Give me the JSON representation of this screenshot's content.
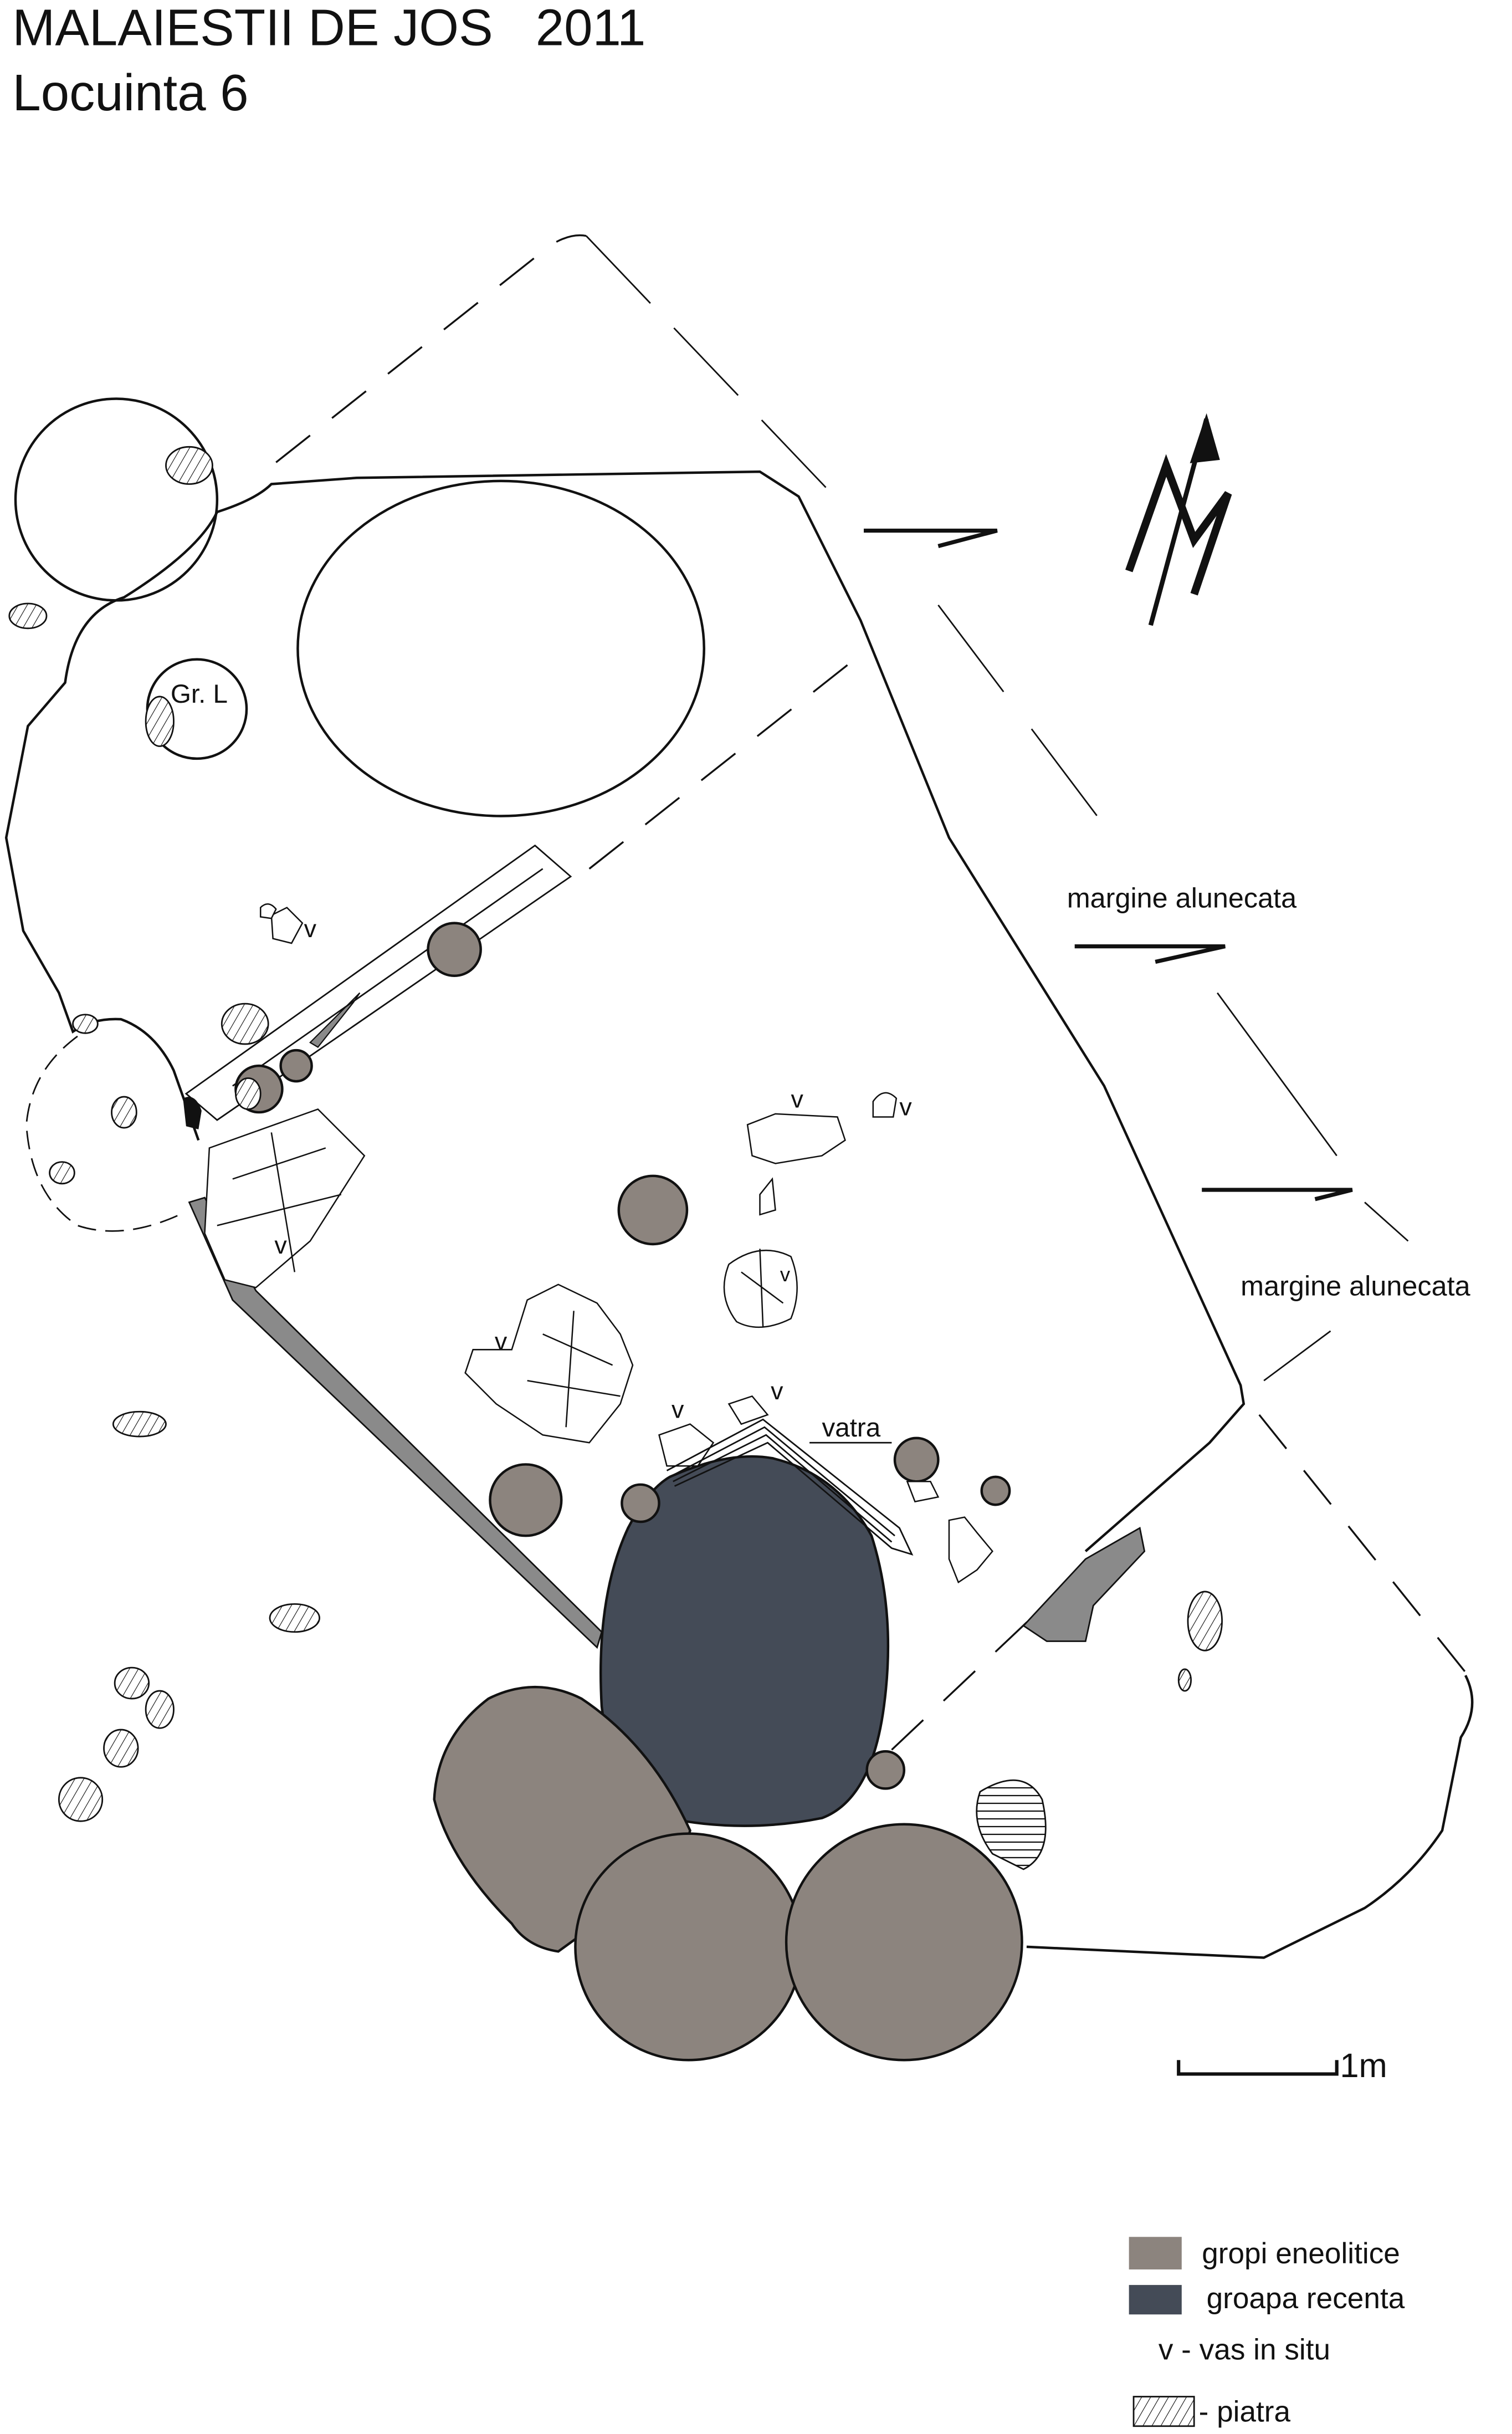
{
  "title": "MALAIESTII DE JOS   2011",
  "subtitle": "Locuinta 6",
  "labels": {
    "gr_l": "Gr. L",
    "margine_1": "margine alunecata",
    "margine_2": "margine alunecata",
    "vatra": "vatra",
    "v": "v"
  },
  "scale": {
    "label": "1m"
  },
  "legend": [
    {
      "label": "gropi eneolitice",
      "color": "#8c847e"
    },
    {
      "label": "groapa recenta",
      "color": "#444b57"
    },
    {
      "label": "v - vas in situ"
    },
    {
      "label": "- piatra"
    }
  ],
  "colors": {
    "light_pit": "#d3d5d9",
    "eneolithic_pit": "#8c847e",
    "recent_pit": "#444b57",
    "band": "#8a8a8a"
  }
}
